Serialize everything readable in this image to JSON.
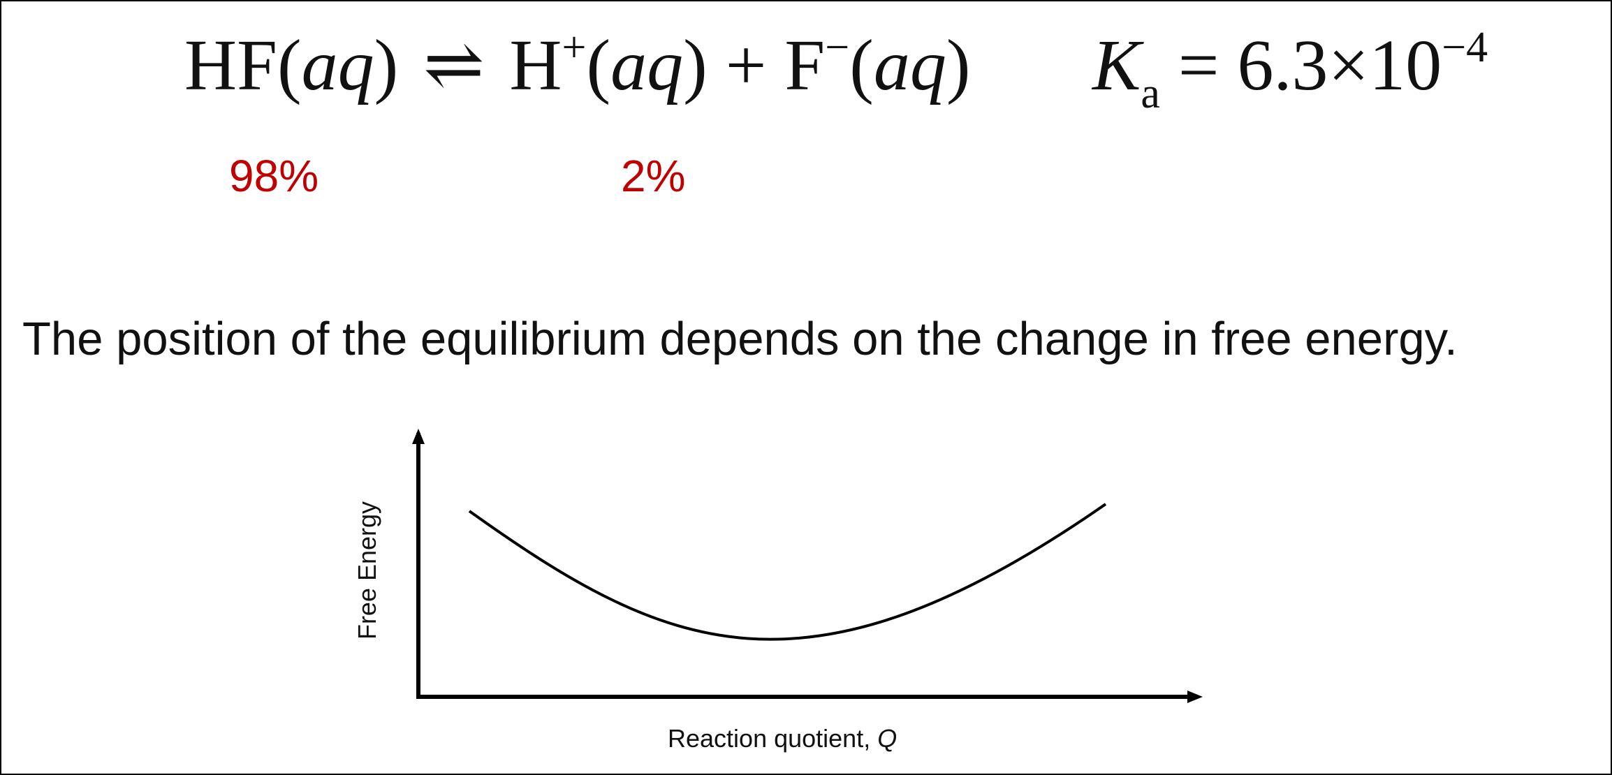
{
  "equation": {
    "reactant": "HF",
    "reactant_phase": "(aq)",
    "arrow": "⇌",
    "product1": "H",
    "product1_charge": "+",
    "product1_phase": "(aq)",
    "plus": "+",
    "product2": "F",
    "product2_charge": "−",
    "product2_phase": "(aq)"
  },
  "ka": {
    "symbol": "K",
    "subscript": "a",
    "value": " = 6.3×10",
    "exponent": "−4"
  },
  "percentages": {
    "reactant": "98%",
    "products": "2%"
  },
  "statement": "The position of the equilibrium depends on the change in free energy.",
  "graph": {
    "y_label": "Free Energy",
    "x_label_prefix": "Reaction quotient, ",
    "x_label_var": "Q",
    "curve": "U-shaped curve with a single minimum",
    "colors": {
      "percent": "#c00000",
      "axes": "#000000"
    }
  }
}
